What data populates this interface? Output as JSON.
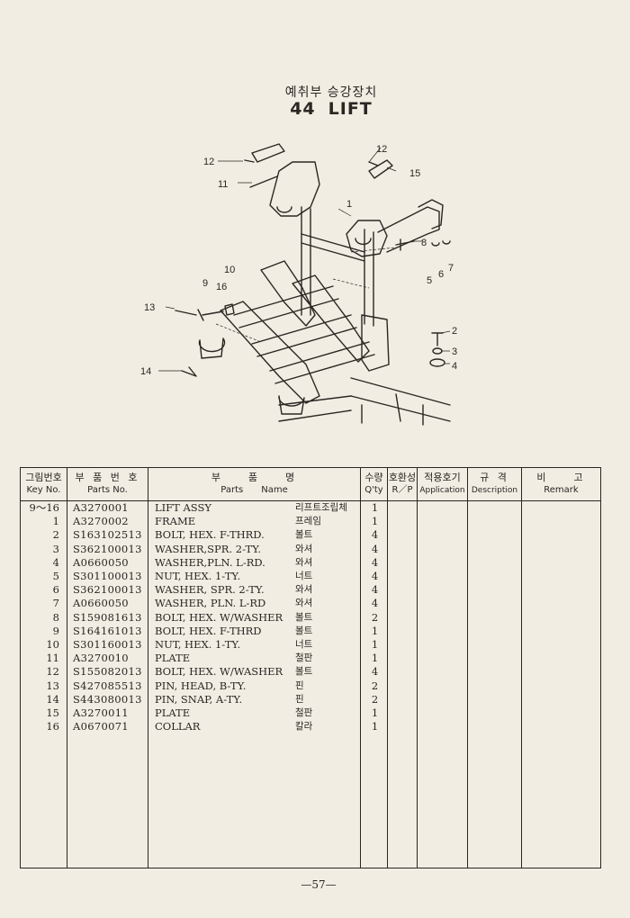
{
  "header": {
    "korean_title": "예취부 승강장치",
    "section_number": "44",
    "section_title": "LIFT"
  },
  "figure": {
    "callouts": [
      "1",
      "2",
      "3",
      "4",
      "5",
      "6",
      "7",
      "8",
      "9",
      "10",
      "11",
      "12",
      "12",
      "13",
      "14",
      "15",
      "16"
    ]
  },
  "table": {
    "headers": {
      "key_ko": "그림번호",
      "key_en": "Key No.",
      "parts_no_ko": "부 품 번 호",
      "parts_no_en": "Parts No.",
      "parts_name_ko": "부　　품　　명",
      "parts_name_en": "Parts　　Name",
      "qty_ko": "수량",
      "qty_en": "Q'ty",
      "rp_ko": "호환성",
      "rp_en": "R／P",
      "app_ko": "적용호기",
      "app_en": "Application",
      "desc_ko": "규 격",
      "desc_en": "Description",
      "remark_ko": "비　　고",
      "remark_en": "Remark"
    },
    "rows": [
      {
        "key": "9～16",
        "part_no": "A3270001",
        "name_en": "LIFT ASSY",
        "name_ko": "리프트조립체",
        "qty": "1"
      },
      {
        "key": "1",
        "part_no": "A3270002",
        "name_en": "FRAME",
        "name_ko": "프레임",
        "qty": "1"
      },
      {
        "key": "2",
        "part_no": "S163102513",
        "name_en": "BOLT, HEX. F-THRD.",
        "name_ko": "볼트",
        "qty": "4"
      },
      {
        "key": "3",
        "part_no": "S362100013",
        "name_en": "WASHER,SPR. 2-TY.",
        "name_ko": "와셔",
        "qty": "4"
      },
      {
        "key": "4",
        "part_no": "A0660050",
        "name_en": "WASHER,PLN. L-RD.",
        "name_ko": "와셔",
        "qty": "4"
      },
      {
        "key": "5",
        "part_no": "S301100013",
        "name_en": "NUT, HEX. 1-TY.",
        "name_ko": "너트",
        "qty": "4"
      },
      {
        "key": "6",
        "part_no": "S362100013",
        "name_en": "WASHER, SPR. 2-TY.",
        "name_ko": "와셔",
        "qty": "4"
      },
      {
        "key": "7",
        "part_no": "A0660050",
        "name_en": "WASHER, PLN. L-RD",
        "name_ko": "와셔",
        "qty": "4"
      },
      {
        "key": "8",
        "part_no": "S159081613",
        "name_en": "BOLT, HEX. W/WASHER",
        "name_ko": "볼트",
        "qty": "2"
      },
      {
        "key": "9",
        "part_no": "S164161013",
        "name_en": "BOLT, HEX. F-THRD",
        "name_ko": "볼트",
        "qty": "1"
      },
      {
        "key": "10",
        "part_no": "S301160013",
        "name_en": "NUT, HEX. 1-TY.",
        "name_ko": "너트",
        "qty": "1"
      },
      {
        "key": "11",
        "part_no": "A3270010",
        "name_en": "PLATE",
        "name_ko": "철판",
        "qty": "1"
      },
      {
        "key": "12",
        "part_no": "S155082013",
        "name_en": "BOLT, HEX. W/WASHER",
        "name_ko": "볼트",
        "qty": "4"
      },
      {
        "key": "13",
        "part_no": "S427085513",
        "name_en": "PIN, HEAD, B-TY.",
        "name_ko": "핀",
        "qty": "2"
      },
      {
        "key": "14",
        "part_no": "S443080013",
        "name_en": "PIN, SNAP, A-TY.",
        "name_ko": "핀",
        "qty": "2"
      },
      {
        "key": "15",
        "part_no": "A3270011",
        "name_en": "PLATE",
        "name_ko": "철판",
        "qty": "1"
      },
      {
        "key": "16",
        "part_no": "A0670071",
        "name_en": "COLLAR",
        "name_ko": "칼라",
        "qty": "1"
      }
    ]
  },
  "footer": {
    "page_number": "—57—"
  }
}
